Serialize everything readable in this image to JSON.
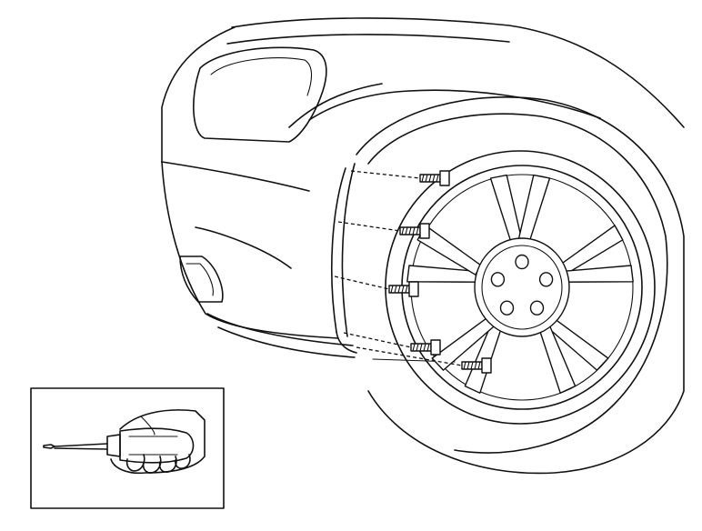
{
  "diagram": {
    "subject": "wheel-and-fender-liner-screw-removal",
    "inset_tool": "screwdriver-icon",
    "screw_count": 5,
    "spoke_pairs": 5,
    "lug_nut_count": 5,
    "colors": {
      "line": "#111111",
      "background": "#ffffff"
    }
  }
}
